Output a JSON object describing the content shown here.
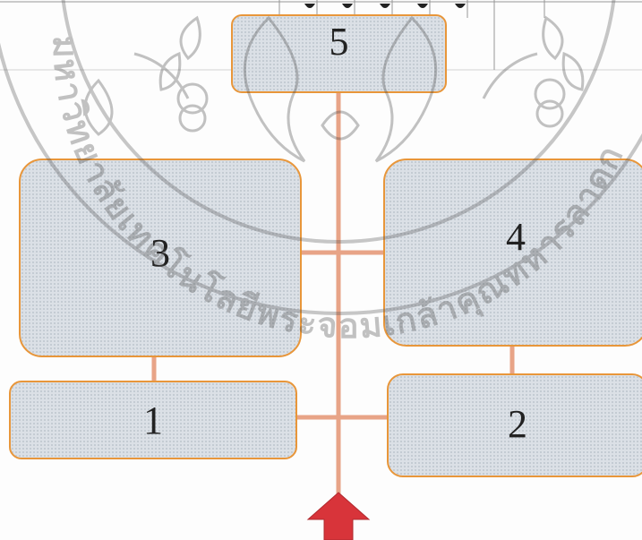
{
  "diagram": {
    "nodes": [
      {
        "id": "box5",
        "label": "5"
      },
      {
        "id": "box3",
        "label": "3"
      },
      {
        "id": "box4",
        "label": "4"
      },
      {
        "id": "box1",
        "label": "1"
      },
      {
        "id": "box2",
        "label": "2"
      }
    ],
    "edges": [
      {
        "from": "box3",
        "to": "box1"
      },
      {
        "from": "box4",
        "to": "box2"
      },
      {
        "from": "box1",
        "to": "box2"
      },
      {
        "from": "box3",
        "to": "box4"
      },
      {
        "from": "box5",
        "to": "base"
      }
    ],
    "colors": {
      "connector": "#e8a487",
      "box_border": "#e8963a",
      "box_fill": "#d6dce2",
      "arrow": "#d8343a"
    }
  },
  "watermark": {
    "text": "มหาวิทยาลัยเทคโนโลยีพระจอมเกล้าคุณทหารลาดกระบัง",
    "kind": "university-seal"
  }
}
